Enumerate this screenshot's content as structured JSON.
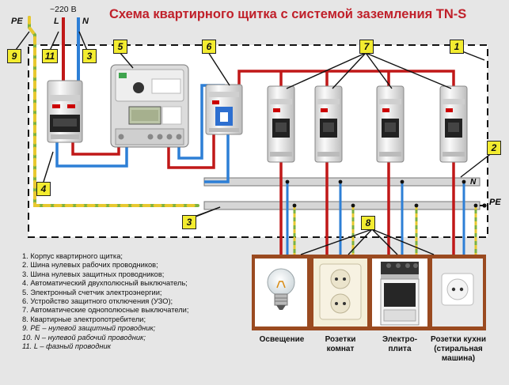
{
  "title": "Схема квартирного щитка с системой заземления TN-S",
  "top_labels": {
    "pe": "PE",
    "l": "L",
    "n": "N",
    "voltage": "~220 В"
  },
  "bus_labels": {
    "n": "N",
    "pe": "PE"
  },
  "callouts": {
    "c1": "1",
    "c2": "2",
    "c3a": "3",
    "c3b": "3",
    "c4": "4",
    "c5": "5",
    "c6": "6",
    "c7": "7",
    "c8": "8",
    "c9": "9",
    "c11": "11"
  },
  "legend": [
    {
      "no": "1.",
      "text": "Корпус квартирного щитка;"
    },
    {
      "no": "2.",
      "text": "Шина нулевых рабочих проводников;"
    },
    {
      "no": "3.",
      "text": "Шина нулевых защитных проводников;"
    },
    {
      "no": "4.",
      "text": "Автоматический двухполюсный выключатель;"
    },
    {
      "no": "5.",
      "text": "Электронный счетчик электроэнергии;"
    },
    {
      "no": "6.",
      "text": "Устройство защитного отключения (УЗО);"
    },
    {
      "no": "7.",
      "text": "Автоматические однополюсные выключатели;"
    },
    {
      "no": "8.",
      "text": "Квартирные электропотребители;"
    },
    {
      "no": "9.",
      "text": "PE – нулевой защитный проводник;"
    },
    {
      "no": "10.",
      "text": "N – нулевой рабочий проводник;"
    },
    {
      "no": "11.",
      "text": "L – фазный проводник"
    }
  ],
  "consumers": [
    {
      "caption": "Освещение"
    },
    {
      "caption": "Розетки комнат"
    },
    {
      "caption": "Электро- плита"
    },
    {
      "caption": "Розетки кухни (стиральная машина)"
    }
  ],
  "colors": {
    "background": "#e6e6e6",
    "phase": "#c01818",
    "neutral": "#2d7fd6",
    "pe": "#7cb240",
    "pe_stripe": "#e8c830",
    "title": "#c0202a",
    "callout": "#f3ec30",
    "consumer_panel": "#9a4a20"
  }
}
